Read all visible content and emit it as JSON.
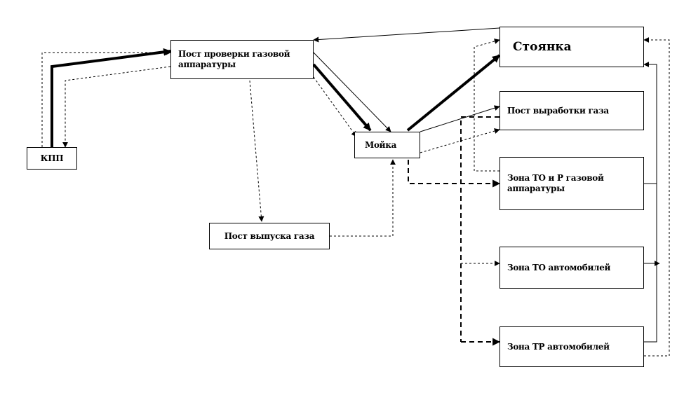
{
  "nodes": {
    "kpp": "КПП",
    "gas_check": "Пост проверки газовой аппаратуры",
    "washing": "Мойка",
    "gas_release": "Пост выпуска газа",
    "parking": "Стоянка",
    "gas_depletion": "Пост выработки газа",
    "zone_to_tr_gas": "Зона ТО и Р газовой аппаратуры",
    "zone_to_auto": "Зона ТО автомобилей",
    "zone_tr_auto": "Зона ТР автомобилей"
  },
  "colors": {
    "line": "#000000",
    "background": "#ffffff"
  }
}
